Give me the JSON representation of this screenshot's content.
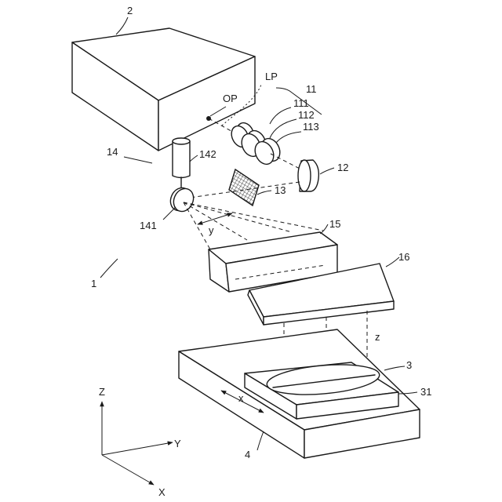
{
  "labels": {
    "system": "1",
    "laser_source": "2",
    "wafer": "3",
    "stage": "4",
    "optics_group": "11",
    "lens_111": "111",
    "lens_112": "112",
    "lens_113": "113",
    "element_12": "12",
    "element_13": "13",
    "scanner": "14",
    "scanner_mirror": "141",
    "scanner_motor": "142",
    "element_15": "15",
    "element_16": "16",
    "chuck": "31",
    "output_point": "OP",
    "laser_path": "LP"
  },
  "axes": {
    "z": "Z",
    "y": "Y",
    "x": "X",
    "scan_y": "y",
    "scan_x": "x",
    "scan_z": "z"
  }
}
